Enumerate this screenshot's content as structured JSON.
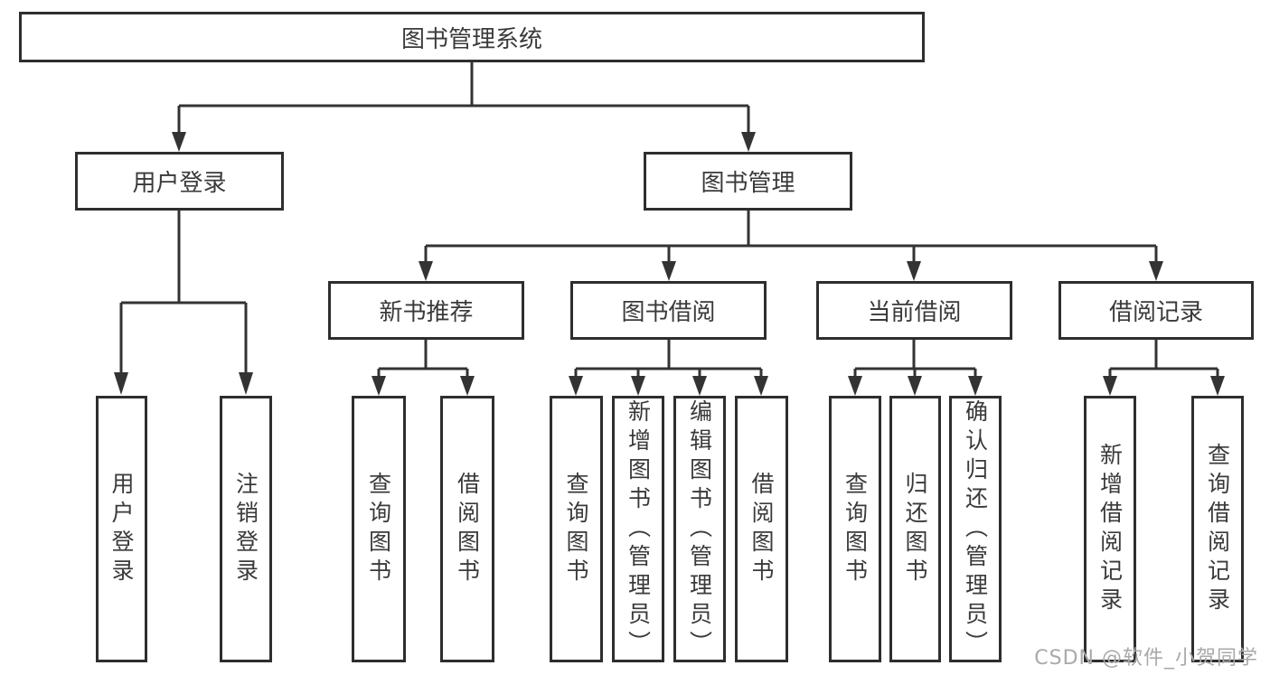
{
  "colors": {
    "line": "#333333",
    "box_border": "#2e2e2e",
    "text": "#3a3a3a",
    "watermark": "#a9a9a9",
    "background": "#ffffff"
  },
  "tree": {
    "label": "图书管理系统",
    "children": [
      {
        "label": "用户登录",
        "children": [
          {
            "label": "用户登录"
          },
          {
            "label": "注销登录"
          }
        ]
      },
      {
        "label": "图书管理",
        "children": [
          {
            "label": "新书推荐",
            "children": [
              {
                "label": "查询图书"
              },
              {
                "label": "借阅图书"
              }
            ]
          },
          {
            "label": "图书借阅",
            "children": [
              {
                "label": "查询图书"
              },
              {
                "label": "新增图书（管理员）"
              },
              {
                "label": "编辑图书（管理员）"
              },
              {
                "label": "借阅图书"
              }
            ]
          },
          {
            "label": "当前借阅",
            "children": [
              {
                "label": "查询图书"
              },
              {
                "label": "归还图书"
              },
              {
                "label": "确认归还（管理员）"
              }
            ]
          },
          {
            "label": "借阅记录",
            "children": [
              {
                "label": "新增借阅记录"
              },
              {
                "label": "查询借阅记录"
              }
            ]
          }
        ]
      }
    ]
  },
  "watermark": {
    "text": "CSDN @软件_小贺同学"
  }
}
